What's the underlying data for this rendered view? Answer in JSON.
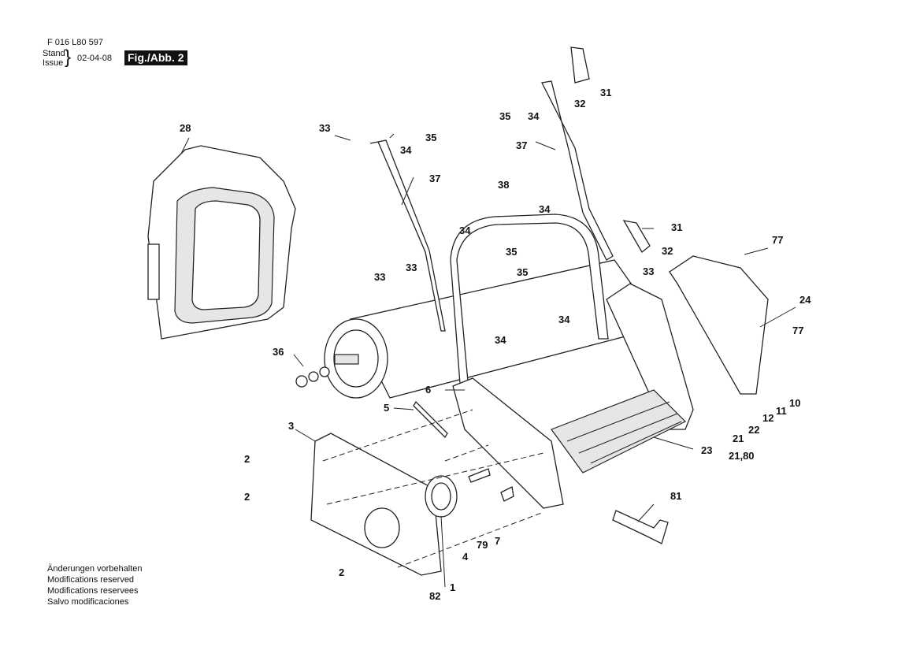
{
  "header": {
    "part_number": "F 016 L80 597",
    "stand_label": "Stand",
    "issue_label": "Issue",
    "date": "02-04-08",
    "figure_label": "Fig./Abb. 2"
  },
  "footer": {
    "lines": [
      "Änderungen vorbehalten",
      "Modifications reserved",
      "Modifications reservees",
      "Salvo modificaciones"
    ]
  },
  "callouts": [
    "28",
    "33",
    "34",
    "35",
    "37",
    "38",
    "34",
    "34",
    "35",
    "35",
    "33",
    "33",
    "36",
    "34",
    "34",
    "35",
    "34",
    "37",
    "32",
    "31",
    "31",
    "32",
    "33",
    "77",
    "24",
    "77",
    "10",
    "11",
    "12",
    "22",
    "21",
    "21,80",
    "23",
    "6",
    "5",
    "3",
    "2",
    "2",
    "2",
    "82",
    "1",
    "4",
    "79",
    "7",
    "81"
  ]
}
